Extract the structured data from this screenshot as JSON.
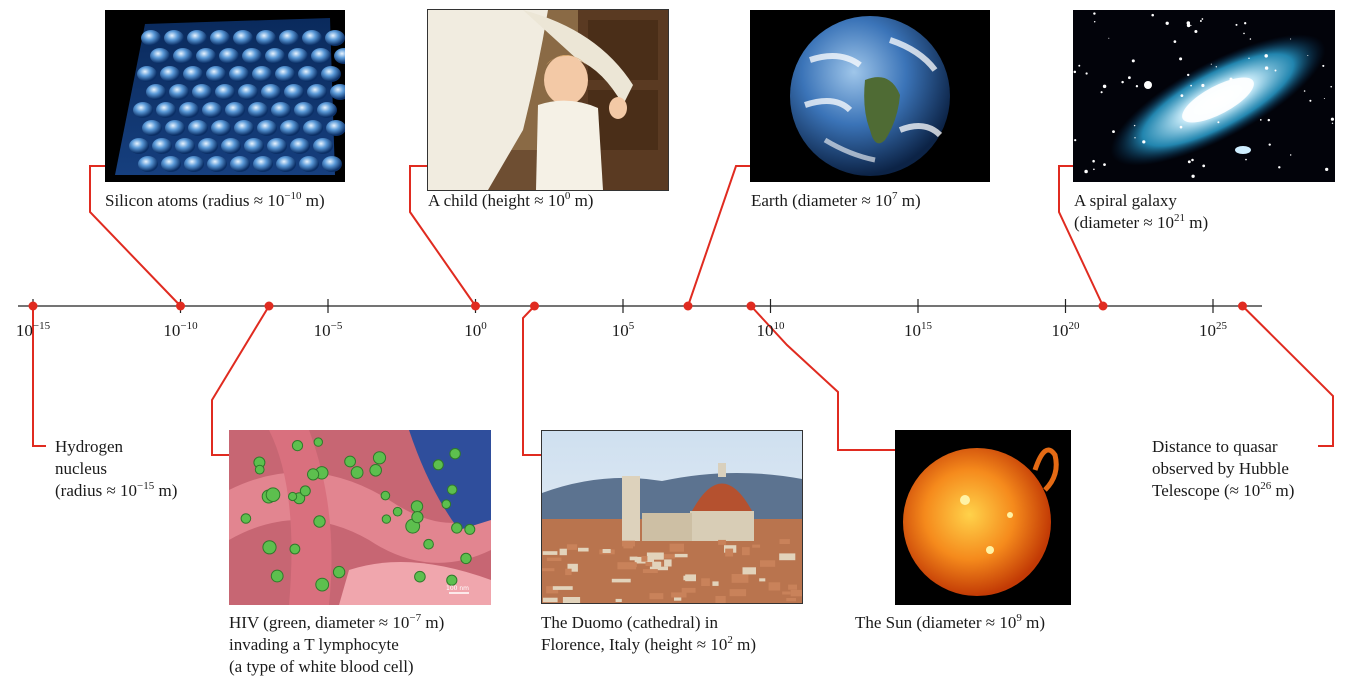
{
  "axis": {
    "tick_labels": [
      {
        "base": "10",
        "exp": "−15"
      },
      {
        "base": "10",
        "exp": "−10"
      },
      {
        "base": "10",
        "exp": "−5"
      },
      {
        "base": "10",
        "exp": "0"
      },
      {
        "base": "10",
        "exp": "5"
      },
      {
        "base": "10",
        "exp": "10"
      },
      {
        "base": "10",
        "exp": "15"
      },
      {
        "base": "10",
        "exp": "20"
      },
      {
        "base": "10",
        "exp": "25"
      }
    ]
  },
  "items": [
    {
      "key": "hydrogen",
      "value_exp": -15,
      "lines": [
        {
          "t": "Hydrogen"
        },
        {
          "t": "nucleus"
        },
        {
          "t": "(radius ≈ 10",
          "sup": "−15",
          "after": " m)"
        }
      ]
    },
    {
      "key": "silicon",
      "value_exp": -10,
      "lines": [
        {
          "t": "Silicon atoms (radius ≈ 10",
          "sup": "−10",
          "after": " m)"
        }
      ]
    },
    {
      "key": "hiv",
      "value_exp": -7,
      "lines": [
        {
          "t": "HIV (green, diameter ≈ 10",
          "sup": "−7",
          "after": " m)"
        },
        {
          "t": "invading a T lymphocyte"
        },
        {
          "t": "(a type of white blood cell)"
        }
      ]
    },
    {
      "key": "child",
      "value_exp": 0,
      "lines": [
        {
          "t": "A child (height ≈ 10",
          "sup": "0",
          "after": " m)"
        }
      ]
    },
    {
      "key": "duomo",
      "value_exp": 2,
      "lines": [
        {
          "t": "The Duomo (cathedral) in"
        },
        {
          "t": "Florence, Italy (height ≈ 10",
          "sup": "2",
          "after": " m)"
        }
      ]
    },
    {
      "key": "earth",
      "value_exp": 7,
      "lines": [
        {
          "t": "Earth (diameter ≈ 10",
          "sup": "7",
          "after": " m)"
        }
      ]
    },
    {
      "key": "sun",
      "value_exp": 9,
      "lines": [
        {
          "t": "The Sun (diameter ≈ 10",
          "sup": "9",
          "after": " m)"
        }
      ]
    },
    {
      "key": "galaxy",
      "value_exp": 21,
      "lines": [
        {
          "t": "A spiral galaxy"
        },
        {
          "t": "(diameter ≈ 10",
          "sup": "21",
          "after": " m)"
        }
      ]
    },
    {
      "key": "quasar",
      "value_exp": 26,
      "lines": [
        {
          "t": "Distance to quasar"
        },
        {
          "t": "observed by Hubble"
        },
        {
          "t": "Telescope (≈ 10",
          "sup": "26",
          "after": " m)"
        }
      ]
    }
  ],
  "hiv_scale_bar": "100 nm",
  "colors": {
    "leader": "#e02b20",
    "axis": "#222222"
  }
}
